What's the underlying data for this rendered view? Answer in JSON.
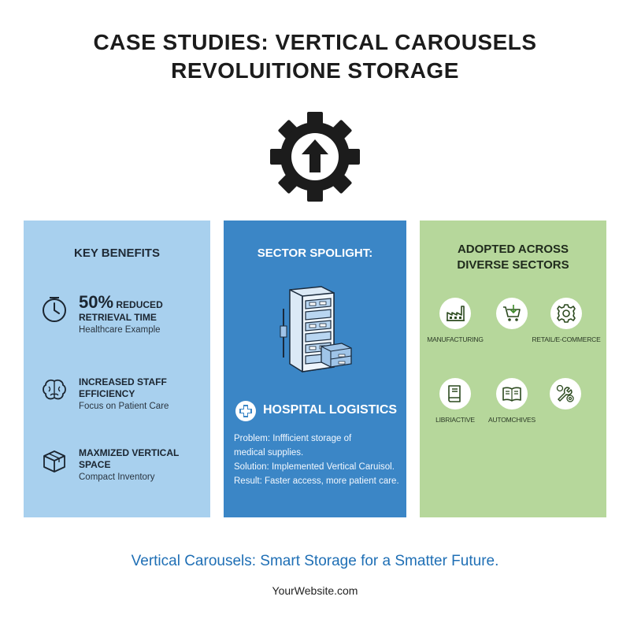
{
  "header": {
    "title_line1": "CASE STUDIES: VERTICAL CAROUSELS",
    "title_line2": "REVOLUITIONE STORAGE",
    "hero_icon": "gear-up-arrow-icon"
  },
  "colors": {
    "panel_benefits": "#a8d0ee",
    "panel_spotlight": "#3b86c6",
    "panel_sectors": "#b6d79b",
    "tagline": "#1f6fb5"
  },
  "benefits_panel": {
    "heading": "KEY BENEFITS",
    "items": [
      {
        "icon": "clock-icon",
        "big": "50%",
        "head_rest": "REDUCED",
        "head_line2": "RETRIEVAL TIME",
        "sub": "Healthcare Example"
      },
      {
        "icon": "brain-icon",
        "head": "INCREASED STAFF EFFICIENCY",
        "sub": "Focus on Patient Care"
      },
      {
        "icon": "box-icon",
        "head": "MAXMIZED VERTICAL SPACE",
        "sub": "Compact Inventory"
      }
    ]
  },
  "spotlight_panel": {
    "heading": "SECTOR SPOLIGHT:",
    "illustration": "vertical-carousel-illustration",
    "subheading_icon": "medical-plus-icon",
    "subheading": "HOSPITAL LOGISTICS",
    "problem": "Problem: Inffficient storage of",
    "problem_cont": "medical supplies.",
    "solution": "Solution: Implemented Vertical Caruisol.",
    "result": "Result: Faster access, more patient care."
  },
  "sectors_panel": {
    "heading_line1": "ADOPTED ACROSS",
    "heading_line2": "DIVERSE SECTORS",
    "sectors": [
      {
        "icon": "factory-icon",
        "label": "MANUFACTURING"
      },
      {
        "icon": "shopping-cart-icon",
        "label": ""
      },
      {
        "icon": "gear-icon",
        "label": "RETAIL/E-COMMERCE"
      },
      {
        "icon": "book-icon",
        "label": "LIBRIACTIVE"
      },
      {
        "icon": "open-book-icon",
        "label": "AUTOMCHIVES"
      },
      {
        "icon": "wrench-gear-icon",
        "label": ""
      }
    ]
  },
  "footer": {
    "tagline": "Vertical Carousels: Smart Storage for a Smatter Future.",
    "website": "YourWebsite.com"
  }
}
